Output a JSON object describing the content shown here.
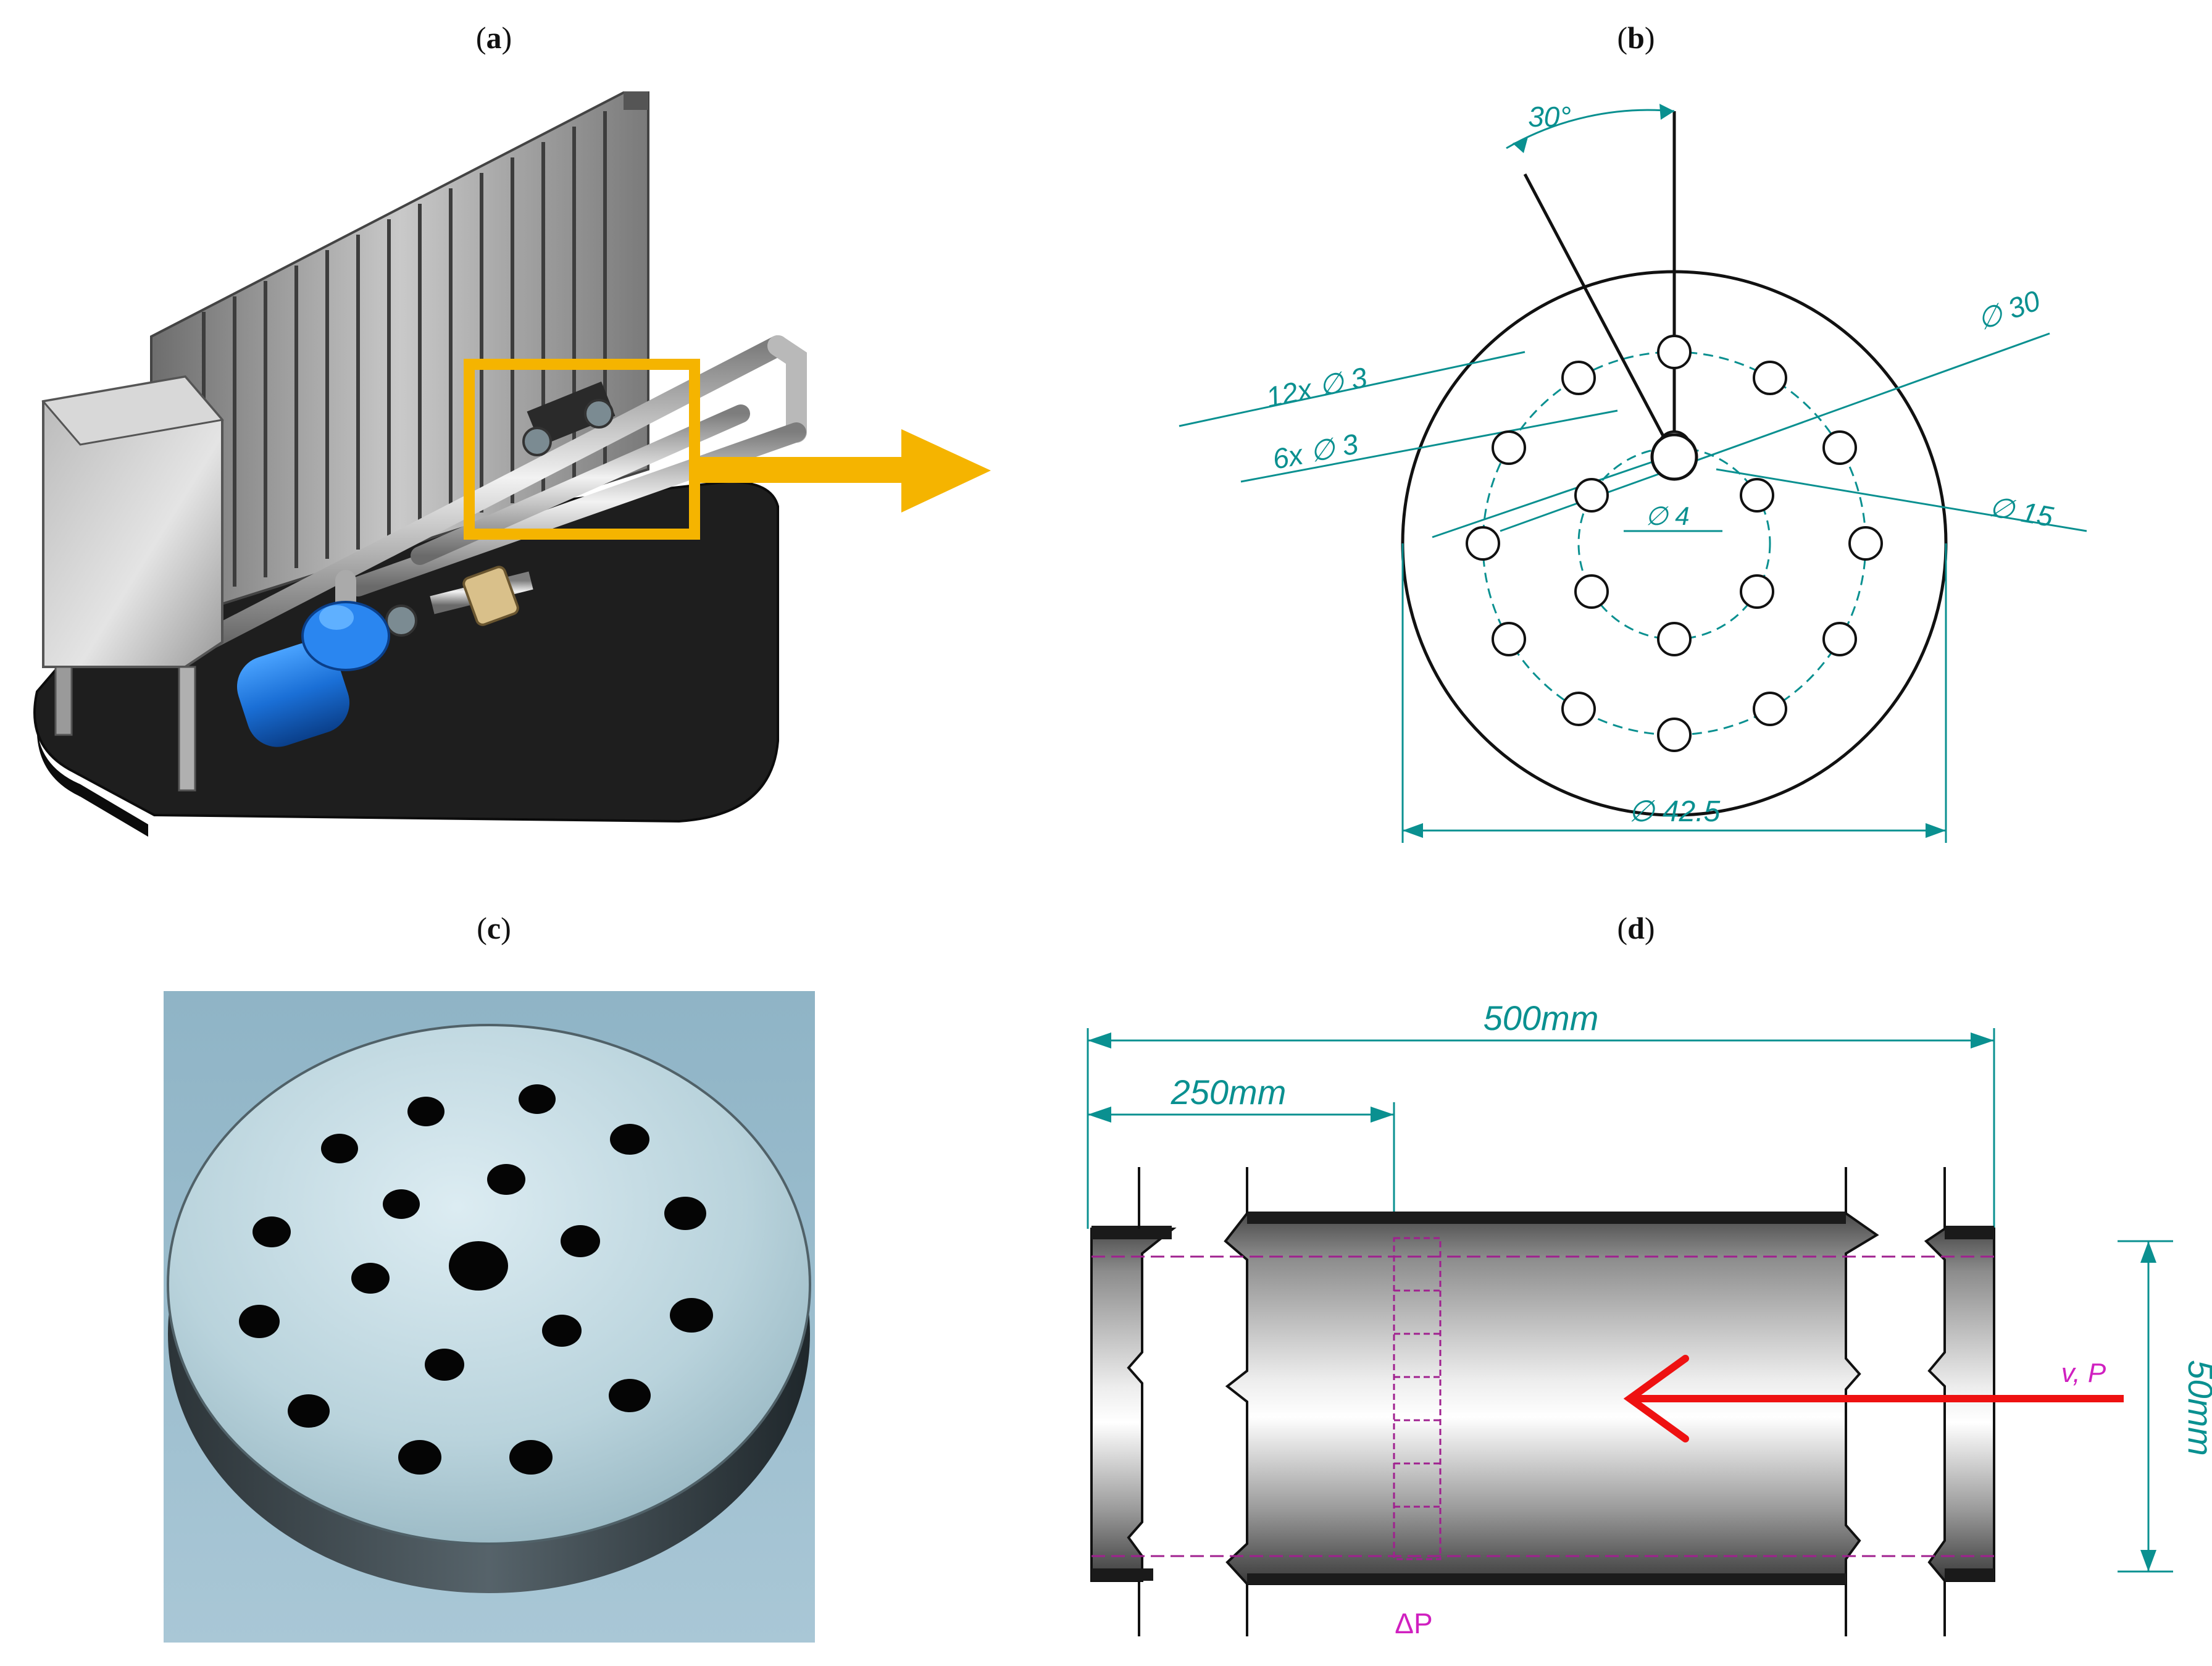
{
  "panels": {
    "a": {
      "label_open": "(",
      "letter": "a",
      "label_close": ")"
    },
    "b": {
      "label_open": "(",
      "letter": "b",
      "label_close": ")"
    },
    "c": {
      "label_open": "(",
      "letter": "c",
      "label_close": ")"
    },
    "d": {
      "label_open": "(",
      "letter": "d",
      "label_close": ")"
    }
  },
  "drawing_b": {
    "angle": "30°",
    "holes_outer": "12x ∅ 3",
    "holes_inner": "6x ∅ 3",
    "pitch_outer": "∅ 30",
    "pitch_inner": "∅ 15",
    "center_hole": "∅ 4",
    "outer_diameter": "∅ 42.5"
  },
  "drawing_d": {
    "total_length": "500mm",
    "half_length": "250mm",
    "diameter": "50mm",
    "flow_label": "v, P",
    "pressure_drop": "ΔP"
  },
  "colors": {
    "dimension": "#0a9090",
    "highlight": "#f5b400",
    "flow_arrow": "#ee1111",
    "pressure_tap": "#d020c0",
    "pump": "#1a6fd6"
  }
}
